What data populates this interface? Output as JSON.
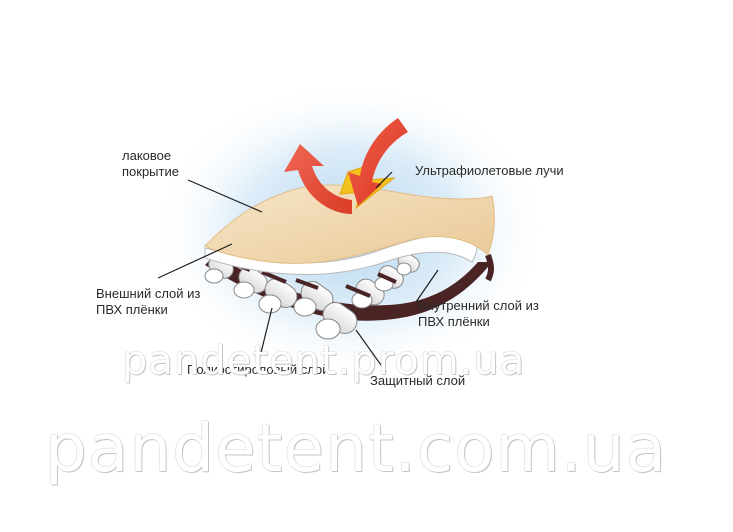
{
  "labels": {
    "lacquer_line1": "лаковое",
    "lacquer_line2": "покрытие",
    "uv_rays": "Ультрафиолетовые лучи",
    "outer_line1": "Внешний слой из",
    "outer_line2": "ПВХ плёнки",
    "inner_line1": "Внутренний слой из",
    "inner_line2": "ПВХ плёнки",
    "polystyrene": "Полиэстироловый слой",
    "protective": "Защитный слой"
  },
  "watermarks": {
    "small": "pandetent.prom.ua",
    "big": "pandetent.com.ua"
  },
  "colors": {
    "glow": "#bcdcf2",
    "coating": "#f1d9b0",
    "arrow_red": "#e8452f",
    "arrow_yellow": "#f3c21c",
    "pvc_dark": "#4a2424",
    "tube": "#f4f4f4"
  }
}
